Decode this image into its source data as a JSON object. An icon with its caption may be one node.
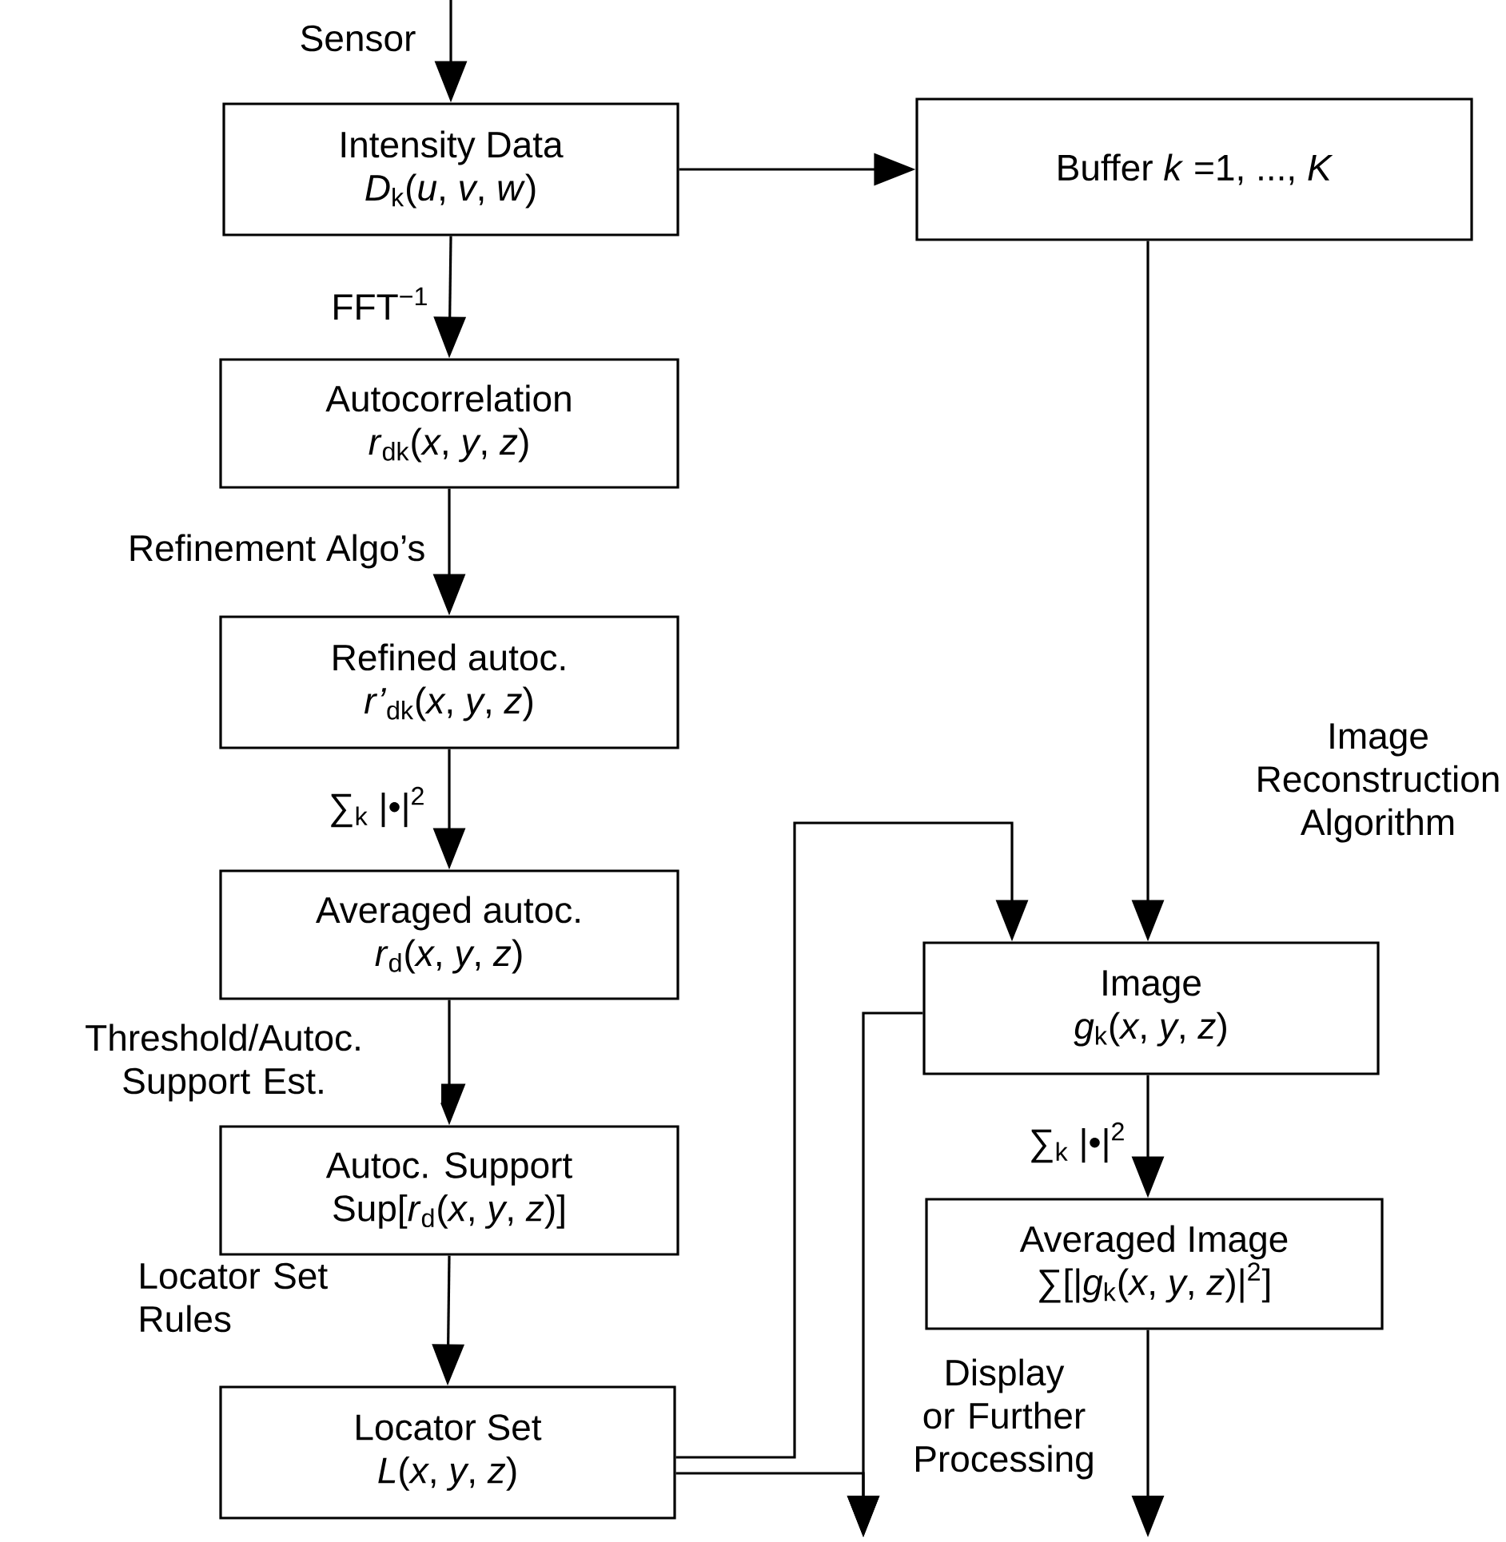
{
  "diagram": {
    "nodes": [
      {
        "text": [
          "Intensity Data",
          "*D*$_{k}$(*u*, *v*, *w*)"
        ]
      },
      {
        "text": [
          "Buffer  *k* =1, ..., *K*"
        ]
      },
      {
        "text": [
          "Autocorrelation",
          "*r*$_{dk}$(*x*, *y*, *z*)"
        ]
      },
      {
        "text": [
          "Refined autoc.",
          "*r’*$_{dk}$(*x*, *y*, *z*)"
        ]
      },
      {
        "text": [
          "Averaged autoc.",
          "*r*$_{d}$(*x*, *y*, *z*)"
        ]
      },
      {
        "text": [
          "Image",
          "*g*$_{k}$(*x*, *y*, *z*)"
        ]
      },
      {
        "text": [
          "Autoc. Support",
          "Sup[*r*$_{d}$(*x*, *y*, *z*)]"
        ]
      },
      {
        "text": [
          "Averaged Image",
          "∑[|*g*$_{k}$(*x*, *y*, *z*)|$^{2}$]"
        ]
      },
      {
        "text": [
          "Locator Set",
          "*L*(*x*, *y*, *z*)"
        ]
      }
    ],
    "edges": [
      {
        "from": null,
        "to": 0,
        "arrow": "to",
        "label": "Sensor"
      },
      {
        "from": 0,
        "to": 1,
        "arrow": "to"
      },
      {
        "from": 0,
        "to": 2,
        "arrow": "to",
        "label": "FFT$^{−1}$"
      },
      {
        "from": 2,
        "to": 3,
        "arrow": "to",
        "label": "Refinement Algo’s"
      },
      {
        "from": 3,
        "to": 4,
        "arrow": "to",
        "label": "∑$_{k}$ |•|$^{2}$"
      },
      {
        "from": 1,
        "to": 5,
        "arrow": "to",
        "label": "Image Reconstruction Algorithm"
      },
      {
        "from": 4,
        "to": 6,
        "arrow": "to",
        "label": "Threshold/Autoc. Support Est."
      },
      {
        "from": 6,
        "to": 8,
        "arrow": "to",
        "label": "Locator Set Rules"
      },
      {
        "from": 8,
        "to": 5,
        "arrow": "to"
      },
      {
        "from": 8,
        "to": null,
        "arrow": "to"
      },
      {
        "from": 5,
        "to": null,
        "arrow": "to"
      },
      {
        "from": 5,
        "to": 7,
        "arrow": "to",
        "label": "∑$_{k}$ |•|$^{2}$"
      },
      {
        "from": 7,
        "to": null,
        "arrow": "to",
        "label": "Display or Further Processing"
      }
    ]
  }
}
